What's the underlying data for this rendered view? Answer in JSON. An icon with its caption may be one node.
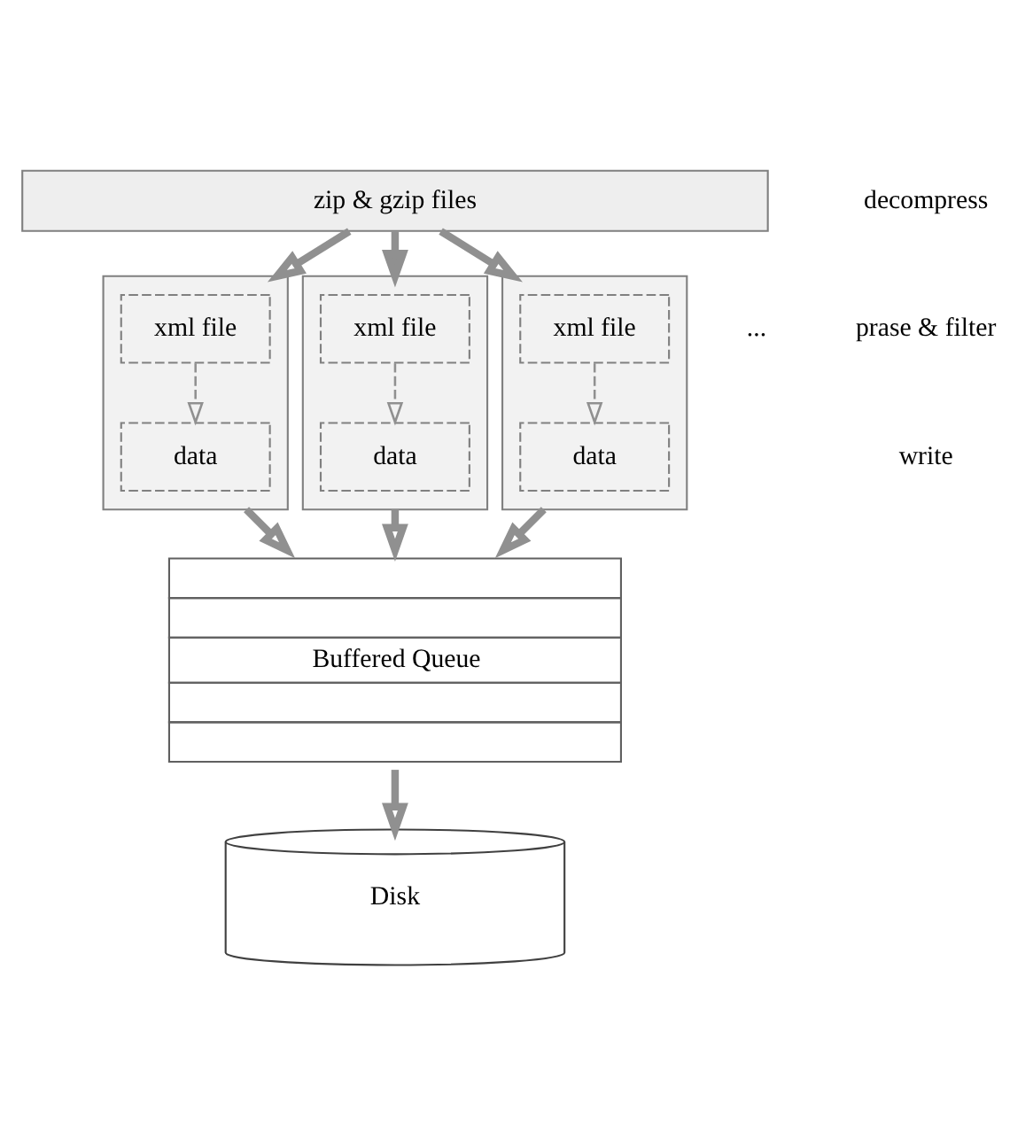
{
  "diagram": {
    "nodes": [
      {
        "text": [
          "zip & gzip files"
        ]
      },
      {
        "text": [],
        "shape": "box"
      },
      {
        "text": [
          "xml file"
        ],
        "in": 1
      },
      {
        "text": [
          "data"
        ],
        "in": 1
      },
      {
        "text": [],
        "shape": "box"
      },
      {
        "text": [
          "xml file"
        ],
        "in": 4
      },
      {
        "text": [
          "data"
        ],
        "in": 4
      },
      {
        "text": [],
        "shape": "box"
      },
      {
        "text": [
          "xml file"
        ],
        "in": 7
      },
      {
        "text": [
          "data"
        ],
        "in": 7
      },
      {
        "text": [
          "Buffered Queue"
        ]
      },
      {
        "text": [
          "Disk"
        ]
      }
    ],
    "edges": [
      {
        "from": 0,
        "to": 1,
        "arrow": "to"
      },
      {
        "from": 0,
        "to": 4,
        "arrow": "to"
      },
      {
        "from": 0,
        "to": 7,
        "arrow": "to"
      },
      {
        "from": 2,
        "to": 3,
        "arrow": "to",
        "style": "dashed"
      },
      {
        "from": 5,
        "to": 6,
        "arrow": "to",
        "style": "dashed"
      },
      {
        "from": 8,
        "to": 9,
        "arrow": "to",
        "style": "dashed"
      },
      {
        "from": 1,
        "to": 10,
        "arrow": "to"
      },
      {
        "from": 4,
        "to": 10,
        "arrow": "to"
      },
      {
        "from": 7,
        "to": 10,
        "arrow": "to"
      },
      {
        "from": 10,
        "to": 11,
        "arrow": "to"
      }
    ],
    "labels": [
      "...",
      "decompress",
      "prase & filter",
      "write"
    ]
  }
}
